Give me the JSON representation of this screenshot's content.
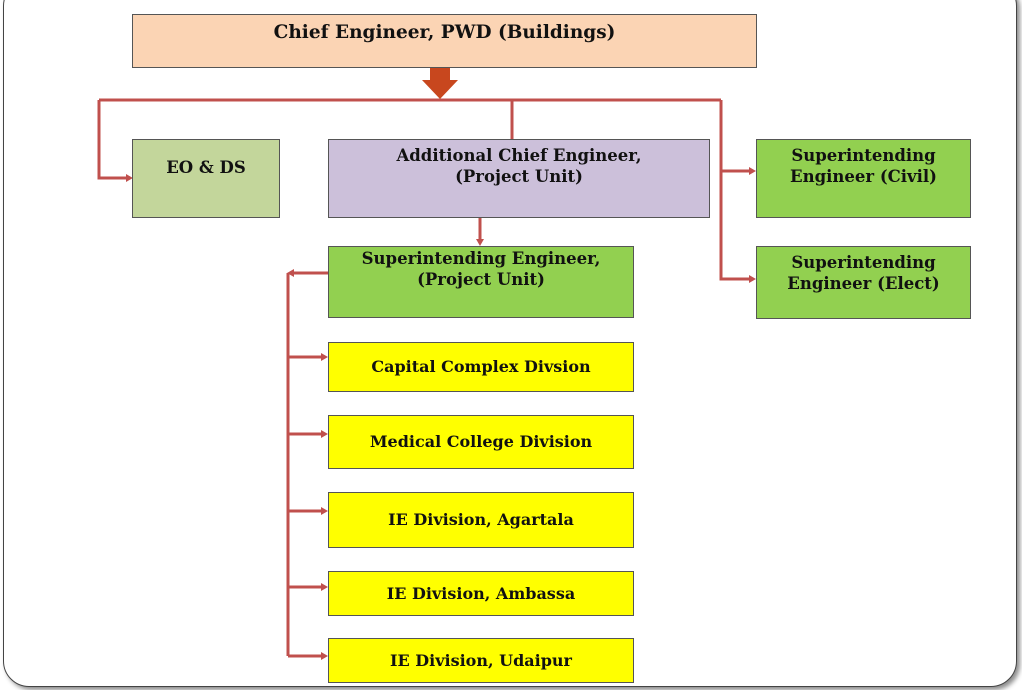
{
  "colors": {
    "chief": "#fbd4b4",
    "eo": "#c3d69b",
    "additional": "#ccc0da",
    "se_green": "#92d050",
    "division": "#ffff00",
    "connector": "#c0504d",
    "down_arrow": "#c8471e"
  },
  "chart": {
    "chief": "Chief Engineer, PWD (Buildings)",
    "eo_ds": "EO & DS",
    "additional_chief": "Additional Chief Engineer,\n(Project Unit)",
    "se_civil": "Superintending\nEngineer (Civil)",
    "se_elect": "Superintending\nEngineer (Elect)",
    "se_project": "Superintending Engineer,\n(Project Unit)",
    "divisions": [
      "Capital Complex Divsion",
      "Medical College Division",
      "IE Division, Agartala",
      "IE Division, Ambassa",
      "IE Division, Udaipur"
    ]
  }
}
